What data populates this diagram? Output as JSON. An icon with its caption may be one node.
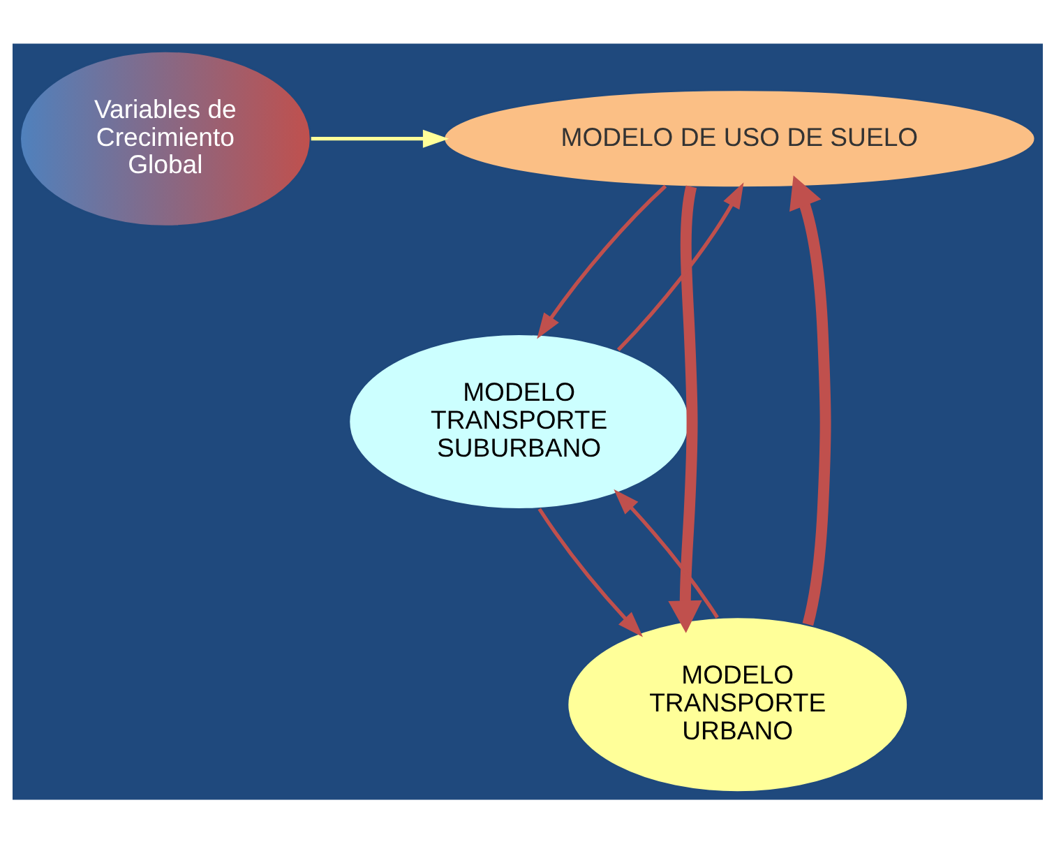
{
  "diagram": {
    "nodes": [
      {
        "text": [
          "Variables de Crecimiento Global"
        ]
      },
      {
        "text": [
          "MODELO DE USO DE SUELO"
        ]
      },
      {
        "text": [
          "MODELO TRANSPORTE SUBURBANO"
        ]
      },
      {
        "text": [
          "MODELO TRANSPORTE URBANO"
        ]
      }
    ],
    "edges": [
      {
        "from": 0,
        "to": 1,
        "arrow": "to",
        "color": "#ffff99"
      },
      {
        "from": 1,
        "to": 2,
        "arrow": "to"
      },
      {
        "from": 2,
        "to": 1,
        "arrow": "to"
      },
      {
        "from": 2,
        "to": 3,
        "arrow": "to"
      },
      {
        "from": 3,
        "to": 2,
        "arrow": "to"
      },
      {
        "from": 1,
        "to": 3,
        "arrow": "to",
        "style": "thick"
      },
      {
        "from": 3,
        "to": 1,
        "arrow": "to",
        "style": "thick"
      }
    ]
  }
}
